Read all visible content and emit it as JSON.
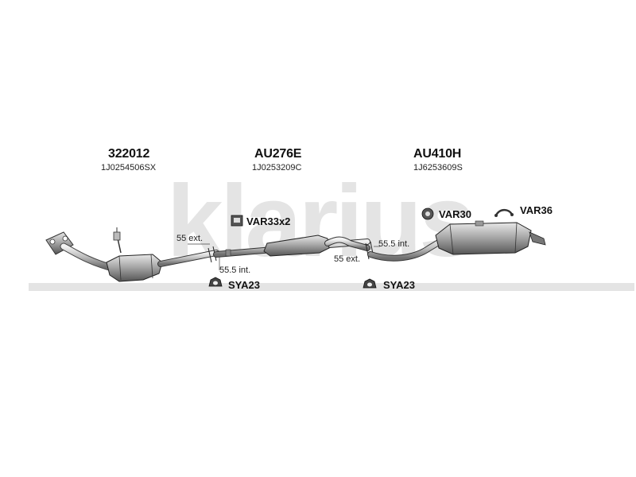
{
  "watermark": {
    "text": "klarius",
    "color": "#e3e3e3"
  },
  "sections": [
    {
      "code": "322012",
      "oe_number": "1J0254506SX"
    },
    {
      "code": "AU276E",
      "oe_number": "1J0253209C"
    },
    {
      "code": "AU410H",
      "oe_number": "1J6253609S"
    }
  ],
  "dimensions": {
    "left_ext": "55 ext.",
    "left_int": "55.5 int.",
    "right_int": "55.5 int.",
    "right_ext": "55 ext."
  },
  "accessories": {
    "var33": "VAR33x2",
    "sya23_left": "SYA23",
    "sya23_right": "SYA23",
    "var30": "VAR30",
    "var36": "VAR36"
  },
  "icons": [
    "sensor-icon",
    "hanger-bracket-icon",
    "clamp-icon",
    "rubber-mount-icon",
    "hook-hanger-icon"
  ]
}
